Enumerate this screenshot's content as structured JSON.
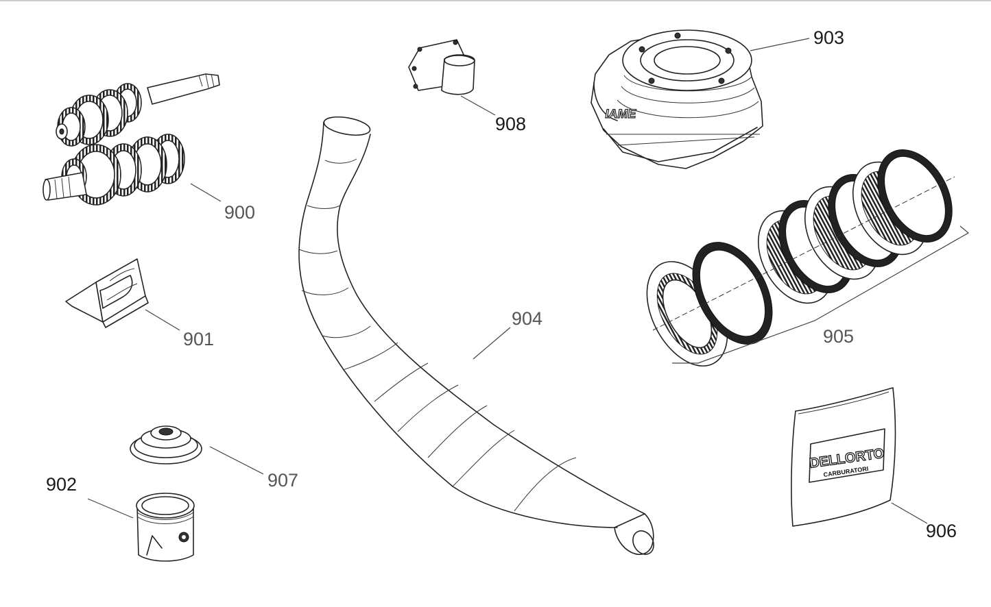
{
  "parts": [
    {
      "id": "gearbox",
      "number": "900"
    },
    {
      "id": "reed-block",
      "number": "901"
    },
    {
      "id": "piston",
      "number": "902"
    },
    {
      "id": "cylinder",
      "number": "903"
    },
    {
      "id": "exhaust",
      "number": "904"
    },
    {
      "id": "clutch-plates",
      "number": "905"
    },
    {
      "id": "carburetor-cover",
      "number": "906"
    },
    {
      "id": "piston-top",
      "number": "907"
    },
    {
      "id": "intake-manifold",
      "number": "908"
    }
  ],
  "brands": {
    "cylinder_logo": "IAME",
    "cover_logo": "DELLORTO",
    "cover_sub": "CARBURATORI"
  }
}
